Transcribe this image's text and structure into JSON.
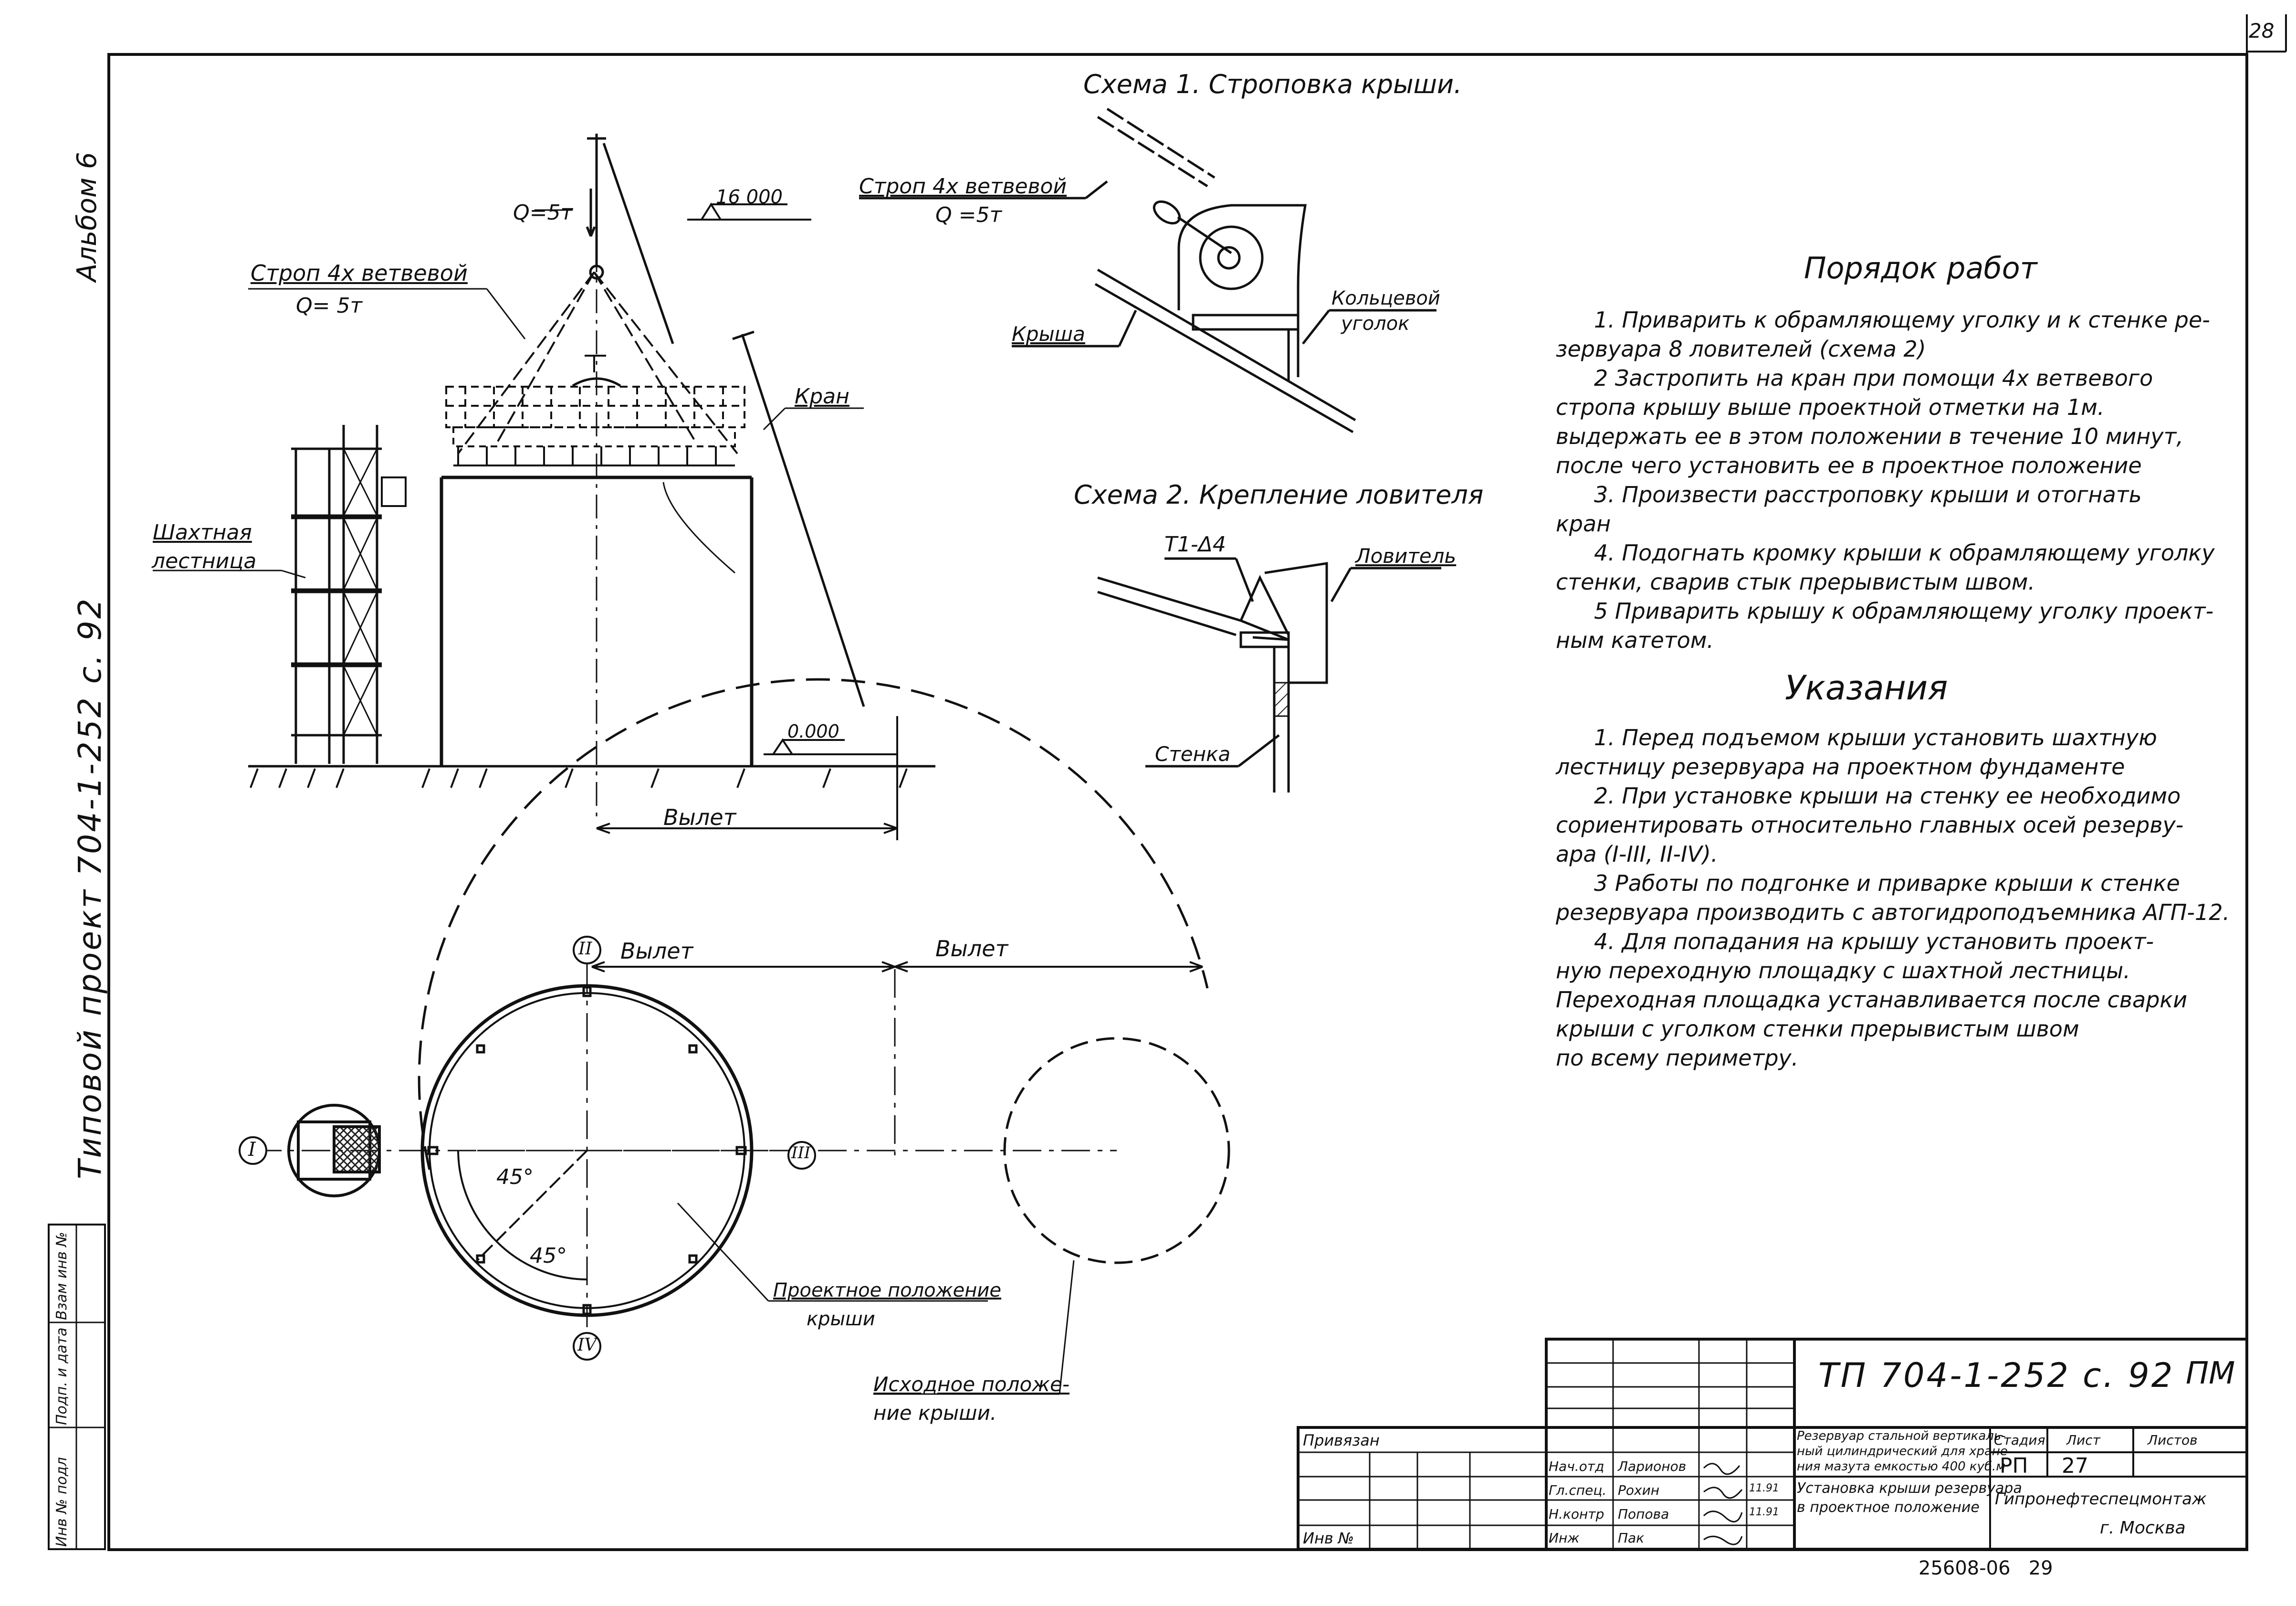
{
  "page_number": "28",
  "side_labels": {
    "album": "Альбом 6",
    "project": "Типовой проект  704-1-252 с. 92",
    "stamp_cells": [
      "Инв № подл",
      "Подп. и дата",
      "Взам инв №"
    ]
  },
  "left_view": {
    "sling_label": "Строп 4х ветвевой",
    "sling_load": "Q= 5т",
    "hook_load": "Q=5т",
    "elevation_top": "16 000",
    "elevation_ground": "0.000",
    "crane_label": "Кран",
    "stair_label_1": "Шахтная",
    "stair_label_2": "лестница",
    "reach_label": "Вылет"
  },
  "scheme1": {
    "title": "Схема 1. Строповка крыши.",
    "sling_label": "Строп 4х ветвевой",
    "sling_load": "Q =5т",
    "roof_label": "Крыша",
    "ring_label_1": "Кольцевой",
    "ring_label_2": "уголок"
  },
  "scheme2": {
    "title": "Схема 2. Крепление ловителя",
    "weld_label": "Т1-Δ4",
    "catcher_label": "Ловитель",
    "wall_label": "Стенка"
  },
  "plan_view": {
    "axis_1": "I",
    "axis_2": "II",
    "axis_3": "III",
    "axis_4": "IV",
    "reach_1": "Вылет",
    "reach_2": "Вылет",
    "angle_1": "45°",
    "angle_2": "45°",
    "design_position_1": "Проектное положение",
    "design_position_2": "крыши",
    "initial_position_1": "Исходное положе-",
    "initial_position_2": "ние крыши."
  },
  "procedure": {
    "title": "Порядок работ",
    "lines": [
      "1. Приварить к обрамляющему уголку и к стенке ре-",
      "зервуара 8 ловителей  (схема 2)",
      "2  Застропить на кран при помощи 4х ветвевого",
      "стропа крышу  выше проектной отметки на 1м.",
      "выдержать ее в этом положении в течение 10 минут,",
      "после чего  установить ее в проектное  положение",
      "3. Произвести расстроповку крыши и отогнать",
      "кран",
      "4. Подогнать кромку крыши к обрамляющему уголку",
      "стенки, сварив стык прерывистым   швом.",
      "5 Приварить крышу к обрамляющему уголку  проект-",
      "ным  катетом."
    ]
  },
  "instructions": {
    "title": "Указания",
    "lines": [
      "1. Перед подъемом крыши установить  шахтную",
      "лестницу резервуара на проектном фундаменте",
      "2. При установке крыши на стенку ее необходимо",
      "сориентировать относительно главных осей резерву-",
      "ара (I-III, II-IV).",
      "3 Работы по подгонке и приварке крыши к стенке",
      "резервуара производить с автогидроподъемника АГП-12.",
      "4. Для попадания на крышу установить проект-",
      "ную переходную площадку с шахтной лестницы.",
      "Переходная площадка устанавливается после сварки",
      "крыши с уголком стенки прерывистым  швом",
      "по всему периметру."
    ]
  },
  "title_block": {
    "doc_code": "ТП 704-1-252 с. 92",
    "mark": "ПМ",
    "attached": "Привязан",
    "inv_label": "Инв №",
    "description_1": "Резервуар стальной вертикаль-",
    "description_2": "ный цилиндрический для хране-",
    "description_3": "ния мазута емкостью 400 куб.м",
    "sheet_title_1": "Установка крыши резервуара",
    "sheet_title_2": "в проектное положение",
    "stage_header": "Стадия",
    "sheet_header": "Лист",
    "sheets_header": "Листов",
    "stage": "РП",
    "sheet": "27",
    "organization": "Гипронефтеспецмонтаж",
    "city": "г. Москва",
    "roles": [
      "Нач.отд",
      "Гл.спец.",
      "Н.контр",
      "Инж"
    ],
    "names": [
      "Ларионов",
      "Рохин",
      "Попова",
      "Пак"
    ],
    "dates": [
      "11.91",
      "11.91"
    ],
    "footer_number": "25608-06   29"
  }
}
